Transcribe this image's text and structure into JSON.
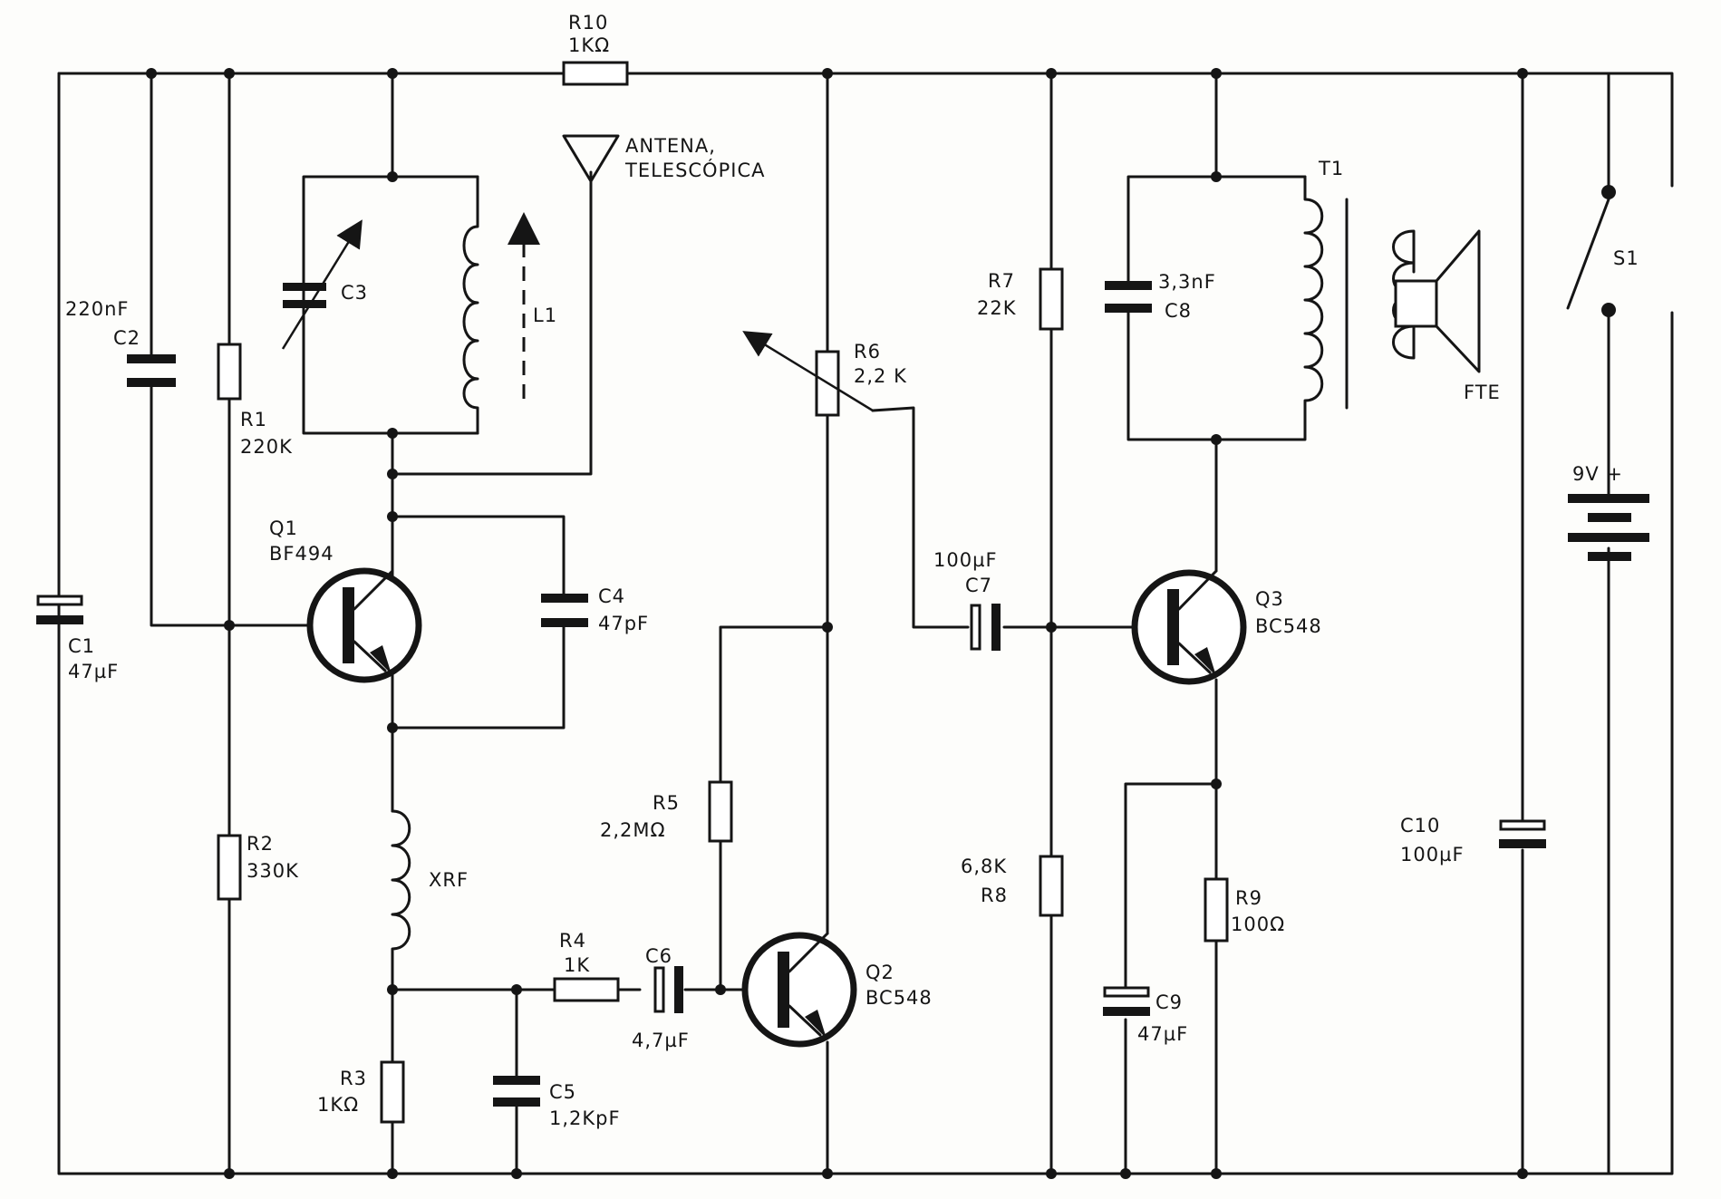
{
  "labels": {
    "r10_name": "R10",
    "r10_value": "1KΩ",
    "antenna_1": "ANTENA,",
    "antenna_2": "TELESCÓPICA",
    "t1": "T1",
    "c2_value": "220nF",
    "c2_name": "C2",
    "c3": "C3",
    "l1": "L1",
    "r1_name": "R1",
    "r1_value": "220K",
    "r7_name": "R7",
    "r7_value": "22K",
    "c8_value": "3,3nF",
    "c8_name": "C8",
    "s1": "S1",
    "fte": "FTE",
    "r6_name": "R6",
    "r6_value": "2,2 K",
    "battery": "9V  +",
    "q1_name": "Q1",
    "q1_type": "BF494",
    "c4_name": "C4",
    "c4_value": "47pF",
    "c7_value": "100µF",
    "c7_name": "C7",
    "q3_name": "Q3",
    "q3_type": "BC548",
    "c1_name": "C1",
    "c1_value": "47µF",
    "r5_name": "R5",
    "r5_value": "2,2MΩ",
    "c10_name": "C10",
    "c10_value": "100µF",
    "r2_name": "R2",
    "r2_value": "330K",
    "r8_value": "6,8K",
    "r8_name": "R8",
    "r9_name": "R9",
    "r9_value": "100Ω",
    "xrf": "XRF",
    "r4_name": "R4",
    "r4_value": "1K",
    "q2_name": "Q2",
    "q2_type": "BC548",
    "c6_name": "C6",
    "c6_value": "4,7µF",
    "c9_name": "C9",
    "c9_value": "47µF",
    "r3_name": "R3",
    "r3_value": "1KΩ",
    "c5_name": "C5",
    "c5_value": "1,2KpF"
  }
}
